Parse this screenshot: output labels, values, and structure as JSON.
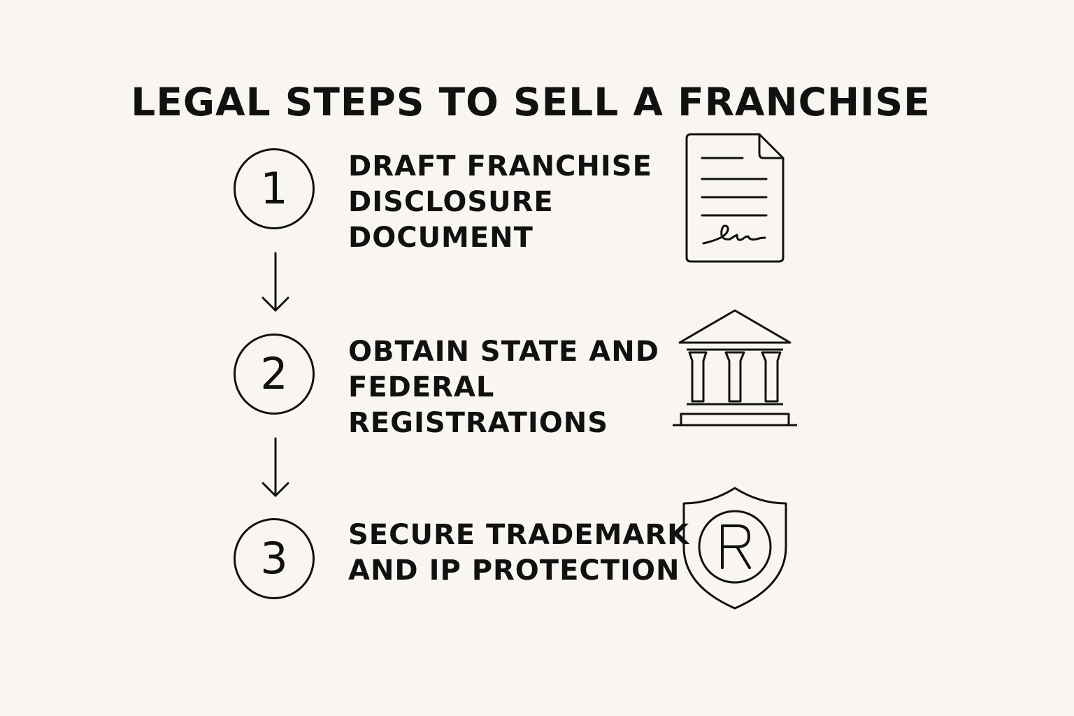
{
  "title": "LEGAL STEPS TO SELL A FRANCHISE",
  "steps": [
    {
      "number": "1",
      "lines": [
        "DRAFT FRANCHISE",
        "DISCLOSURE",
        "DOCUMENT"
      ],
      "icon": "signed-document-icon"
    },
    {
      "number": "2",
      "lines": [
        "OBTAIN STATE AND",
        "FEDERAL",
        "REGISTRATIONS"
      ],
      "icon": "government-building-icon"
    },
    {
      "number": "3",
      "lines": [
        "SECURE TRADEMARK",
        "AND IP PROTECTION"
      ],
      "icon": "registered-trademark-shield-icon"
    }
  ],
  "colors": {
    "background": "#f9f6f1",
    "ink": "#111111"
  }
}
